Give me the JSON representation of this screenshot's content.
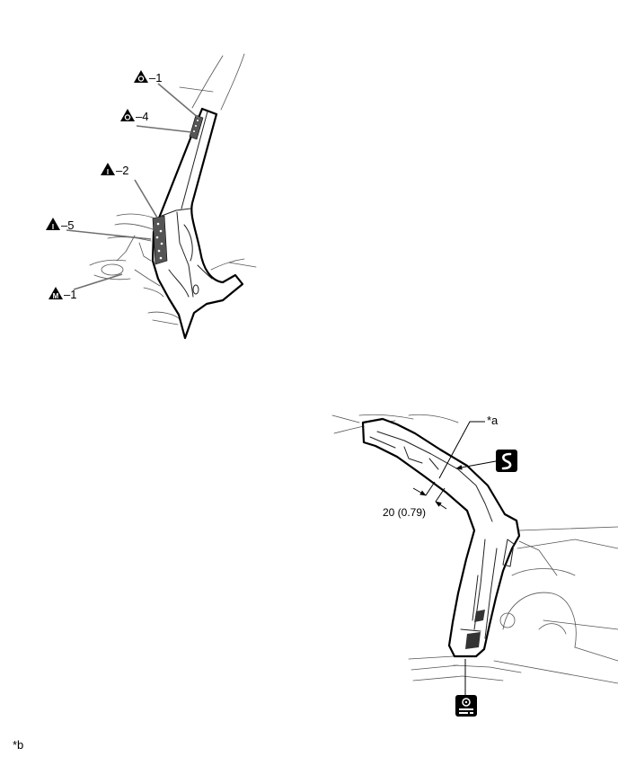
{
  "callouts": [
    {
      "icon": "triangle-circle-icon",
      "text": "–1"
    },
    {
      "icon": "triangle-circle-icon",
      "text": "–4"
    },
    {
      "icon": "triangle-letter-icon",
      "symbol": "I",
      "text": "–2"
    },
    {
      "icon": "triangle-letter-icon",
      "symbol": "I",
      "text": "–5"
    },
    {
      "icon": "triangle-letter-icon",
      "symbol": "M",
      "text": "–1"
    }
  ],
  "dimension": {
    "text": "20 (0.79)"
  },
  "labels": {
    "a": "*a",
    "b": "*b"
  },
  "icons": {
    "sealer": "sealer-icon",
    "bottom": "sealer-gun-icon"
  },
  "colors": {
    "line": "#000000",
    "leader": "#707070",
    "weld": "#555555"
  }
}
